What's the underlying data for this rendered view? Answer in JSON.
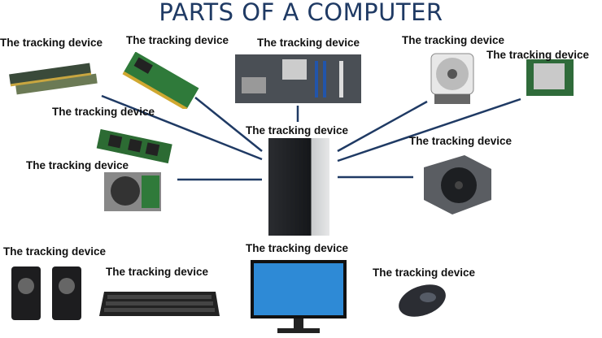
{
  "title": "PARTS OF A COMPUTER",
  "labels": [
    "The tracking device",
    "The tracking device",
    "The tracking device",
    "The tracking device",
    "The tracking device",
    "The tracking device",
    "The tracking device",
    "The tracking device",
    "The tracking device",
    "The tracking device",
    "The tracking device",
    "The tracking device",
    "The tracking device"
  ],
  "colors": {
    "title": "#1f3a64",
    "connector": "#1f3a64"
  }
}
